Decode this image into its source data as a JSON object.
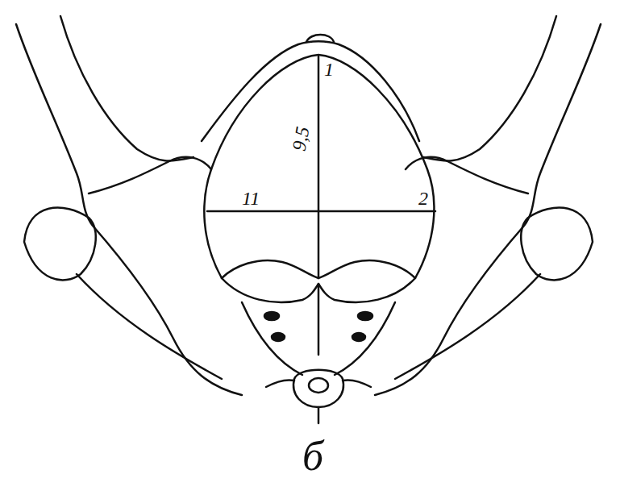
{
  "diagram": {
    "caption": "б",
    "labels": [
      "1",
      "9,5",
      "11",
      "2"
    ]
  }
}
